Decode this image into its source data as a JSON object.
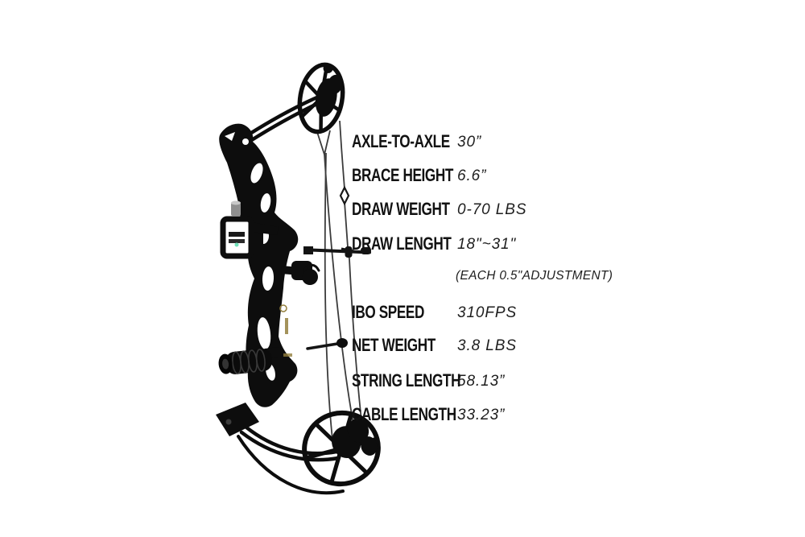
{
  "page": {
    "background": "#ffffff",
    "text_color": "#121212"
  },
  "figure": {
    "name": "compound-bow-product-photo",
    "bow_color": "#0d0d0d",
    "string_color": "#3b3b3b",
    "brand_accent_gold": "#94803e",
    "sight_fiber_green": "#6fe0b8"
  },
  "specs": {
    "rows": [
      {
        "label": "AXLE-TO-AXLE",
        "value": "30”"
      },
      {
        "label": "BRACE HEIGHT",
        "value": "6.6”"
      },
      {
        "label": "DRAW WEIGHT",
        "value": "0-70 LBS"
      },
      {
        "label": "DRAW LENGHT",
        "value": "18\"~31\"",
        "note": "(EACH 0.5\"ADJUSTMENT)"
      },
      {
        "label": "IBO SPEED",
        "value": "310FPS"
      },
      {
        "label": "NET WEIGHT",
        "value": "3.8 LBS"
      },
      {
        "label": "STRING LENGTH",
        "value": "58.13”"
      },
      {
        "label": "CABLE LENGTH",
        "value": "33.23”"
      }
    ]
  }
}
